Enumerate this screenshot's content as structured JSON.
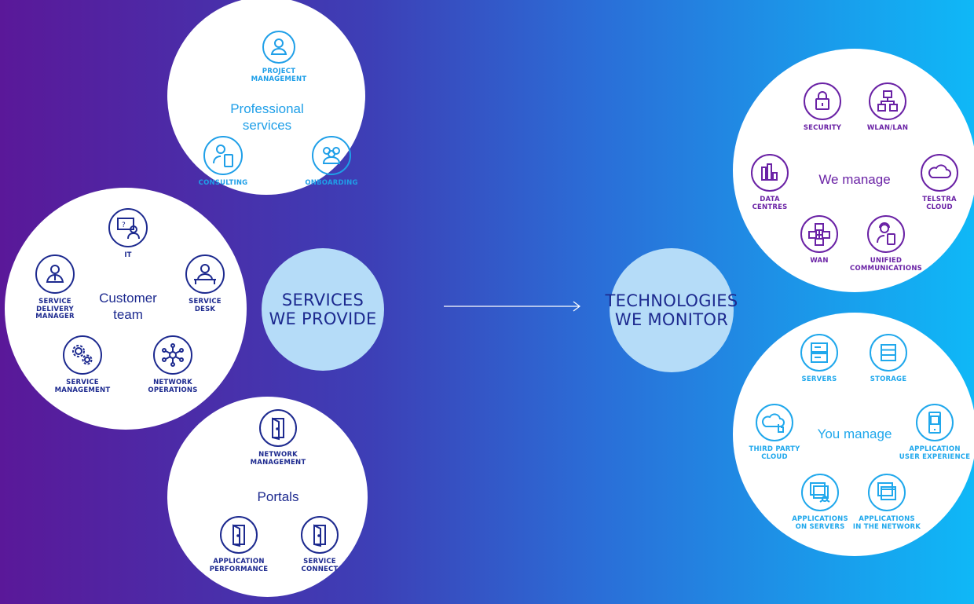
{
  "professional": {
    "title": "Professional\nservices",
    "items": [
      {
        "label": "PROJECT\nMANAGEMENT",
        "icon": "person-icon"
      },
      {
        "label": "CONSULTING",
        "icon": "consultant-tablet-icon"
      },
      {
        "label": "ONBOARDING",
        "icon": "people-group-icon"
      }
    ]
  },
  "customer": {
    "title": "Customer\nteam",
    "items": [
      {
        "label": "IT",
        "icon": "it-support-icon"
      },
      {
        "label": "SERVICE\nDELIVERY\nMANAGER",
        "icon": "manager-icon"
      },
      {
        "label": "SERVICE\nDESK",
        "icon": "service-desk-icon"
      },
      {
        "label": "SERVICE\nMANAGEMENT",
        "icon": "gears-icon"
      },
      {
        "label": "NETWORK\nOPERATIONS",
        "icon": "network-hub-icon"
      }
    ]
  },
  "portals": {
    "title": "Portals",
    "items": [
      {
        "label": "NETWORK\nMANAGEMENT",
        "icon": "door-icon"
      },
      {
        "label": "APPLICATION\nPERFORMANCE",
        "icon": "door-icon"
      },
      {
        "label": "SERVICE\nCONNECT",
        "icon": "door-icon"
      }
    ]
  },
  "services_hub": {
    "label": "SERVICES\nWE PROVIDE"
  },
  "tech_hub": {
    "label": "TECHNOLOGIES\nWE MONITOR"
  },
  "we_manage": {
    "title": "We manage",
    "items": [
      {
        "label": "SECURITY",
        "icon": "lock-icon"
      },
      {
        "label": "WLAN/LAN",
        "icon": "lan-icon"
      },
      {
        "label": "DATA\nCENTRES",
        "icon": "bar-chart-icon"
      },
      {
        "label": "TELSTRA\nCLOUD",
        "icon": "cloud-icon"
      },
      {
        "label": "WAN",
        "icon": "wan-icon"
      },
      {
        "label": "UNIFIED\nCOMMUNICATIONS",
        "icon": "headset-user-icon"
      }
    ]
  },
  "you_manage": {
    "title": "You manage",
    "items": [
      {
        "label": "SERVERS",
        "icon": "server-icon"
      },
      {
        "label": "STORAGE",
        "icon": "storage-icon"
      },
      {
        "label": "THIRD PARTY\nCLOUD",
        "icon": "cloud-touch-icon"
      },
      {
        "label": "APPLICATION\nUSER EXPERIENCE",
        "icon": "phone-app-icon"
      },
      {
        "label": "APPLICATIONS\nON SERVERS",
        "icon": "app-windows-network-icon"
      },
      {
        "label": "APPLICATIONS\nIN THE NETWORK",
        "icon": "app-windows-icon"
      }
    ]
  },
  "colors": {
    "navy": "#1d2a8f",
    "blue": "#1f9fe8",
    "purple": "#6a22a5",
    "hub": "#b5dcf8"
  }
}
